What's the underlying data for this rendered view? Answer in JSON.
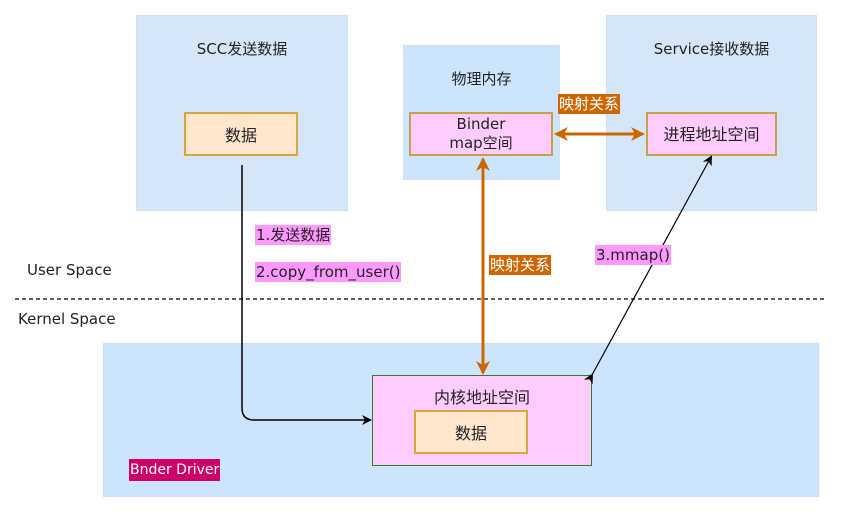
{
  "regions": {
    "scc": {
      "title": "SCC发送数据",
      "data_box": "数据"
    },
    "physical_memory": {
      "title": "物理内存",
      "binder_box_line1": "Binder",
      "binder_box_line2": "map空间"
    },
    "service": {
      "title": "Service接收数据",
      "process_box": "进程地址空间"
    },
    "kernel": {
      "driver_label": "Bnder Driver",
      "kernel_box_title": "内核地址空间",
      "data_box": "数据"
    }
  },
  "space_labels": {
    "user": "User Space",
    "kernel": "Kernel Space"
  },
  "step_labels": {
    "step1": "1.发送数据",
    "step2": "2.copy_from_user()",
    "step3": "3.mmap()"
  },
  "mapping_labels": {
    "horizontal": "映射关系",
    "vertical": "映射关系"
  },
  "colors": {
    "region_fill": "#d6e6f9",
    "kernel_fill": "#cce5fc",
    "data_fill": "#ffe6cc",
    "pink_fill": "#ffccff",
    "mapping_arrow": "#cc6600",
    "driver_label_bg": "#cc0066",
    "step_highlight": "#ff99ff"
  }
}
